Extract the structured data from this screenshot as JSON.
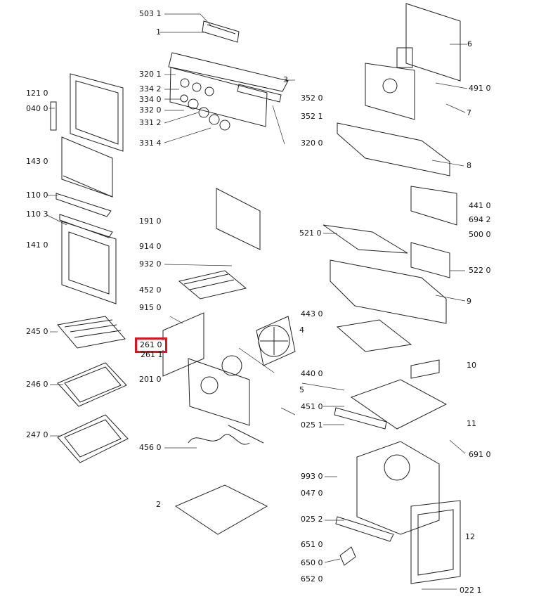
{
  "highlight_color": "#e0121b",
  "labels": [
    {
      "id": "l-5031",
      "text": "503 1"
    },
    {
      "id": "l-1",
      "text": "1"
    },
    {
      "id": "l-3201",
      "text": "320 1"
    },
    {
      "id": "l-3342",
      "text": "334 2"
    },
    {
      "id": "l-3340",
      "text": "334 0"
    },
    {
      "id": "l-3320",
      "text": "332 0"
    },
    {
      "id": "l-3312",
      "text": "331 2"
    },
    {
      "id": "l-3314",
      "text": "331 4"
    },
    {
      "id": "l-3",
      "text": "3"
    },
    {
      "id": "l-3520",
      "text": "352 0"
    },
    {
      "id": "l-3521",
      "text": "352 1"
    },
    {
      "id": "l-3200",
      "text": "320 0"
    },
    {
      "id": "l-1210",
      "text": "121 0"
    },
    {
      "id": "l-0400",
      "text": "040 0"
    },
    {
      "id": "l-1430",
      "text": "143 0"
    },
    {
      "id": "l-1100",
      "text": "110 0"
    },
    {
      "id": "l-1103",
      "text": "110 3"
    },
    {
      "id": "l-1410",
      "text": "141 0"
    },
    {
      "id": "l-1910",
      "text": "191 0"
    },
    {
      "id": "l-9140",
      "text": "914 0"
    },
    {
      "id": "l-9320",
      "text": "932 0"
    },
    {
      "id": "l-4520",
      "text": "452 0"
    },
    {
      "id": "l-9150",
      "text": "915 0"
    },
    {
      "id": "l-2450",
      "text": "245 0"
    },
    {
      "id": "l-2610",
      "text": "261 0",
      "hot": true
    },
    {
      "id": "l-2611",
      "text": "261 1"
    },
    {
      "id": "l-2010",
      "text": "201 0"
    },
    {
      "id": "l-2460",
      "text": "246 0"
    },
    {
      "id": "l-2470",
      "text": "247 0"
    },
    {
      "id": "l-4560",
      "text": "456 0"
    },
    {
      "id": "l-2",
      "text": "2"
    },
    {
      "id": "l-6",
      "text": "6"
    },
    {
      "id": "l-4910",
      "text": "491 0"
    },
    {
      "id": "l-7",
      "text": "7"
    },
    {
      "id": "l-8",
      "text": "8"
    },
    {
      "id": "l-4410",
      "text": "441 0"
    },
    {
      "id": "l-6942",
      "text": "694 2"
    },
    {
      "id": "l-5000",
      "text": "500 0"
    },
    {
      "id": "l-5210",
      "text": "521 0"
    },
    {
      "id": "l-5220",
      "text": "522 0"
    },
    {
      "id": "l-9",
      "text": "9"
    },
    {
      "id": "l-4430",
      "text": "443 0"
    },
    {
      "id": "l-4",
      "text": "4"
    },
    {
      "id": "l-4400",
      "text": "440 0"
    },
    {
      "id": "l-10",
      "text": "10"
    },
    {
      "id": "l-5",
      "text": "5"
    },
    {
      "id": "l-4510",
      "text": "451 0"
    },
    {
      "id": "l-0251",
      "text": "025 1"
    },
    {
      "id": "l-11",
      "text": "11"
    },
    {
      "id": "l-6910",
      "text": "691 0"
    },
    {
      "id": "l-9930",
      "text": "993 0"
    },
    {
      "id": "l-0470",
      "text": "047 0"
    },
    {
      "id": "l-0252",
      "text": "025 2"
    },
    {
      "id": "l-12",
      "text": "12"
    },
    {
      "id": "l-6510",
      "text": "651 0"
    },
    {
      "id": "l-6500",
      "text": "650 0"
    },
    {
      "id": "l-6520",
      "text": "652 0"
    },
    {
      "id": "l-0221",
      "text": "022 1"
    }
  ]
}
